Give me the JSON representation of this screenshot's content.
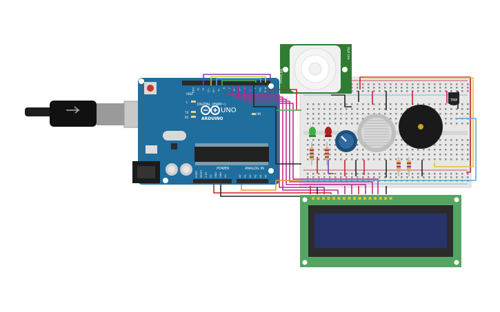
{
  "arduino": {
    "brand": "ARDUINO",
    "model": "UNO",
    "digital_label": "DIGITAL (PWM~)",
    "power_label": "POWER",
    "analog_label": "ANALOG IN",
    "on_label": "ON",
    "led_l": "L",
    "led_tx": "TX",
    "led_rx": "RX",
    "aref": "AREF",
    "gnd": "GND",
    "pins_top": [
      "13",
      "12",
      "~11",
      "~10",
      "~9",
      "8",
      "7",
      "~6",
      "~5",
      "4",
      "~3",
      "2",
      "TX1",
      "RX0"
    ],
    "pins_power": [
      "IOREF",
      "RESET",
      "3.3V",
      "5V",
      "GND",
      "GND",
      "Vin"
    ],
    "pins_analog": [
      "A0",
      "A1",
      "A2",
      "A3",
      "A4",
      "A5"
    ]
  },
  "pir": {
    "label_left": "PIR Sensor",
    "label_right": "High-Low"
  },
  "temp_sensor": {
    "label": "TMP"
  },
  "colors": {
    "board_blue": "#1f6e9e",
    "breadboard": "#e7e7e7",
    "lcd_green": "#55a562",
    "lcd_screen": "#27336a",
    "wire_magenta": "#c0268c",
    "wire_red": "#c9202f",
    "wire_yellow": "#e6c02a",
    "wire_black": "#222222",
    "wire_green": "#4ab04a",
    "wire_blue": "#5aa9d6",
    "wire_orange": "#e8962a",
    "wire_purple": "#7a3ea8"
  }
}
